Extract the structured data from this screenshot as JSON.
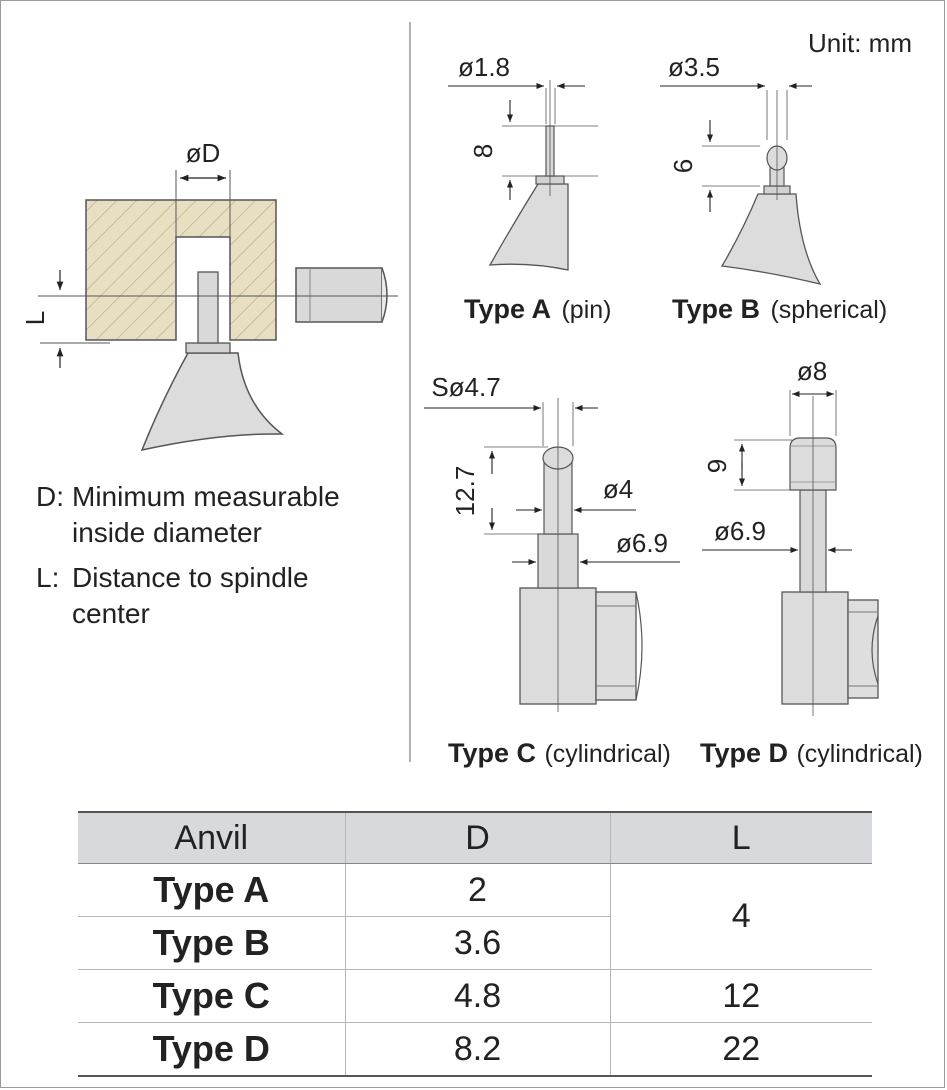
{
  "diagram": {
    "unit_label": "Unit: mm",
    "left_panel": {
      "diameter_label": "øD",
      "distance_label": "L",
      "legend": [
        {
          "key": "D:",
          "lines": [
            "Minimum measurable",
            "inside diameter"
          ]
        },
        {
          "key": "L:",
          "lines": [
            "Distance to spindle",
            "center"
          ]
        }
      ]
    },
    "types": [
      {
        "id": "a",
        "caption_bold": "Type A",
        "caption_paren": "(pin)",
        "dims": [
          "ø1.8",
          "8"
        ]
      },
      {
        "id": "b",
        "caption_bold": "Type B",
        "caption_paren": "(spherical)",
        "dims": [
          "ø3.5",
          "6"
        ]
      },
      {
        "id": "c",
        "caption_bold": "Type C",
        "caption_paren": "(cylindrical)",
        "dims": [
          "Sø4.7",
          "12.7",
          "ø4",
          "ø6.9"
        ]
      },
      {
        "id": "d",
        "caption_bold": "Type D",
        "caption_paren": "(cylindrical)",
        "dims": [
          "ø8",
          "9",
          "ø6.9"
        ]
      }
    ]
  },
  "table": {
    "headers": [
      "Anvil",
      "D",
      "L"
    ],
    "rows": [
      {
        "anvil": "Type A",
        "d": "2",
        "l": "4"
      },
      {
        "anvil": "Type B",
        "d": "3.6",
        "l": ""
      },
      {
        "anvil": "Type C",
        "d": "4.8",
        "l": "12"
      },
      {
        "anvil": "Type D",
        "d": "8.2",
        "l": "22"
      }
    ]
  }
}
